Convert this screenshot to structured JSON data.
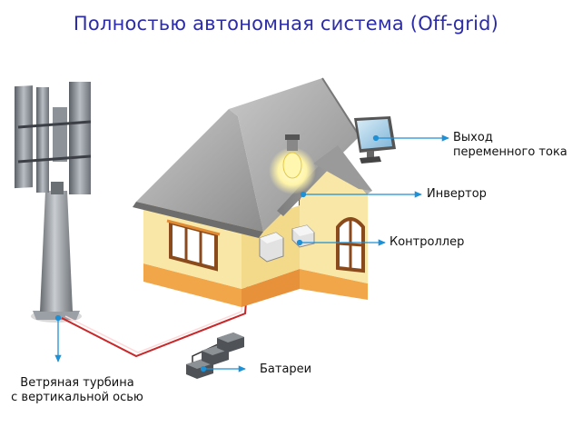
{
  "title": "Полностью автономная система (Off-grid)",
  "labels": {
    "ac_output": [
      "Выход",
      "переменного тока"
    ],
    "inverter": "Инвертор",
    "controller": "Контроллер",
    "batteries": "Батареи",
    "turbine": [
      "Ветряная турбина",
      "с вертикальной осью"
    ]
  },
  "colors": {
    "title": "#2c2ca8",
    "arrow": "#1e90d6",
    "wall": "#f8e7a6",
    "plinth": "#f2a64a",
    "roof": "#a8a8a8",
    "trim": "#e08a33",
    "wire_red": "#c8282a"
  }
}
